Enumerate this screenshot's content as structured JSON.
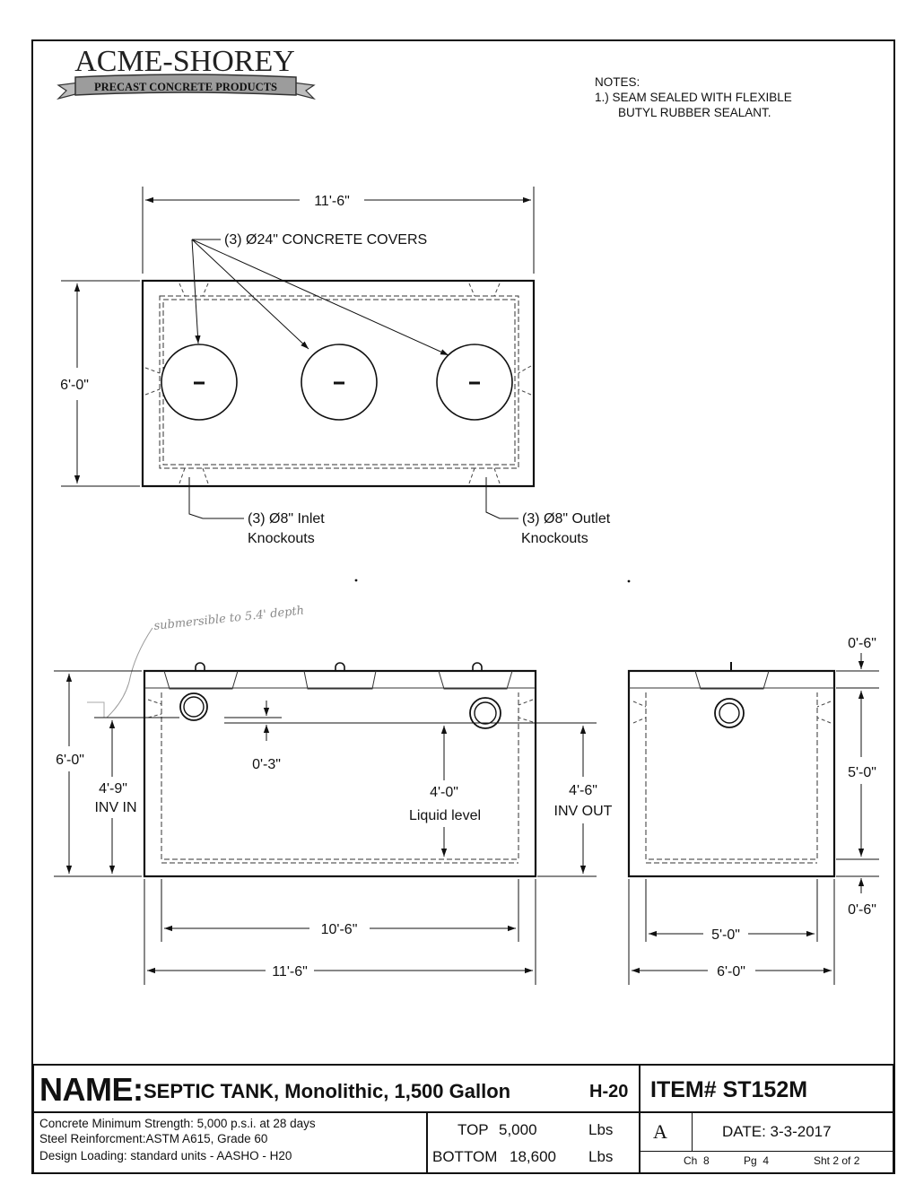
{
  "logo": {
    "brand": "ACME-SHOREY",
    "tagline": "PRECAST CONCRETE PRODUCTS"
  },
  "notes": {
    "heading": "NOTES:",
    "line1": "1.) SEAM SEALED WITH FLEXIBLE",
    "line2": "BUTYL RUBBER SEALANT."
  },
  "plan_view": {
    "length": "11'-6\"",
    "width": "6'-0\"",
    "covers_label": "(3) Ø24\" CONCRETE COVERS",
    "inlet_line1": "(3) Ø8\" Inlet",
    "inlet_line2": "Knockouts",
    "outlet_line1": "(3) Ø8\" Outlet",
    "outlet_line2": "Knockouts"
  },
  "section_view": {
    "handwritten_note": "submersible to 5.4' depth",
    "height": "6'-0\"",
    "inv_in_value": "4'-9\"",
    "inv_in_label": "INV IN",
    "drop": "0'-3\"",
    "liquid_value": "4'-0\"",
    "liquid_label": "Liquid level",
    "inv_out_value": "4'-6\"",
    "inv_out_label": "INV OUT",
    "inner_length": "10'-6\"",
    "outer_length": "11'-6\""
  },
  "end_view": {
    "top_thickness": "0'-6\"",
    "inner_height": "5'-0\"",
    "bottom_thickness": "0'-6\"",
    "inner_width": "5'-0\"",
    "outer_width": "6'-0\""
  },
  "title_block": {
    "name_label": "NAME:",
    "name_value": "SEPTIC TANK, Monolithic, 1,500 Gallon",
    "load_rating": "H-20",
    "item": "ITEM# ST152M",
    "spec1": "Concrete Minimum Strength: 5,000 p.s.i. at 28 days",
    "spec2": "Steel Reinforcment:ASTM A615, Grade 60",
    "spec3": "Design Loading: standard units - AASHO - H20",
    "top_label": "TOP",
    "top_value": "5,000",
    "top_unit": "Lbs",
    "bottom_label": "BOTTOM",
    "bottom_value": "18,600",
    "bottom_unit": "Lbs",
    "revision": "A",
    "date": "DATE: 3-3-2017",
    "chapter": "Ch  8",
    "page": "Pg  4",
    "sheet": "Sht 2 of 2"
  }
}
